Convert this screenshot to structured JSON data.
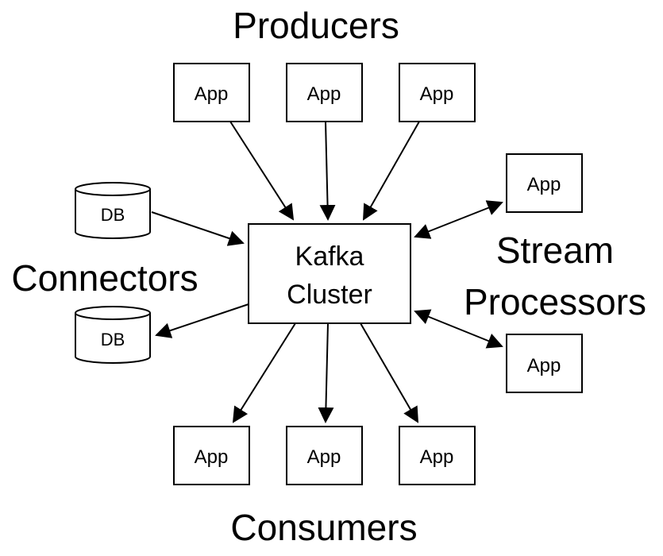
{
  "labels": {
    "producers": "Producers",
    "consumers": "Consumers",
    "connectors": "Connectors",
    "stream_processors_line1": "Stream",
    "stream_processors_line2": "Processors"
  },
  "kafka_cluster": {
    "line1": "Kafka",
    "line2": "Cluster"
  },
  "producer_apps": [
    "App",
    "App",
    "App"
  ],
  "consumer_apps": [
    "App",
    "App",
    "App"
  ],
  "stream_processor_apps": [
    "App",
    "App"
  ],
  "connector_dbs": [
    "DB",
    "DB"
  ]
}
